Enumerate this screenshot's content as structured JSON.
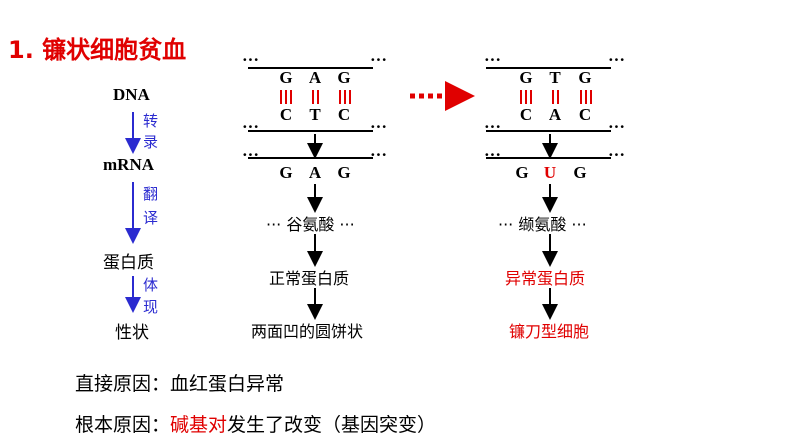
{
  "title": "1. 镰状细胞贫血",
  "left_chain": {
    "dna": "DNA",
    "step1": [
      "转",
      "录"
    ],
    "mrna": "mRNA",
    "step2": [
      "翻",
      "译"
    ],
    "protein": "蛋白质",
    "step3": [
      "体",
      "现"
    ],
    "trait": "性状"
  },
  "normal": {
    "dots": "···",
    "dna_top": [
      "G",
      "A",
      "G"
    ],
    "dna_bottom": [
      "C",
      "T",
      "C"
    ],
    "mrna": [
      "G",
      "A",
      "G"
    ],
    "amino_acid": "··· 谷氨酸 ···",
    "protein": "正常蛋白质",
    "cell": "两面凹的圆饼状"
  },
  "mutant": {
    "dots": "···",
    "dna_top": [
      "G",
      "T",
      "G"
    ],
    "dna_bottom": [
      "C",
      "A",
      "C"
    ],
    "mrna": [
      "G",
      "U",
      "G"
    ],
    "amino_acid": "··· 缬氨酸 ···",
    "protein": "异常蛋白质",
    "cell": "镰刀型细胞"
  },
  "direct_cause": {
    "label": "直接原因：",
    "text": "血红蛋白异常"
  },
  "root_cause": {
    "label": "根本原因：",
    "highlight": "碱基对",
    "text": "发生了改变（基因突变）"
  },
  "colors": {
    "accent_red": "#e00000",
    "blue": "#2b2bd0",
    "black": "#000000"
  }
}
